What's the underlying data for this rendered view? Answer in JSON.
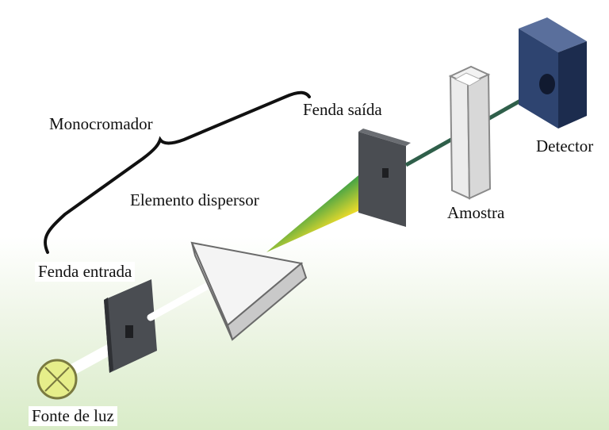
{
  "diagram": {
    "labels": {
      "monocromador": "Monocromador",
      "fenda_saida": "Fenda saída",
      "detector": "Detector",
      "elemento_dispersor": "Elemento dispersor",
      "amostra": "Amostra",
      "fenda_entrada": "Fenda entrada",
      "fonte_de_luz": "Fonte de luz"
    },
    "colors": {
      "slit": "#4a4d52",
      "detector": "#2e4470",
      "prism": "#f2f2f2",
      "light_beam": "#ffffff",
      "transmitted_beam": "#2f5f4a",
      "lamp": "#e6ee8a"
    },
    "spectrum_colors": [
      "#5a2a8a",
      "#2a4fc0",
      "#2e9a3e",
      "#e8d820",
      "#f08a18",
      "#d8241c"
    ],
    "icons": [
      "lamp-icon"
    ]
  }
}
